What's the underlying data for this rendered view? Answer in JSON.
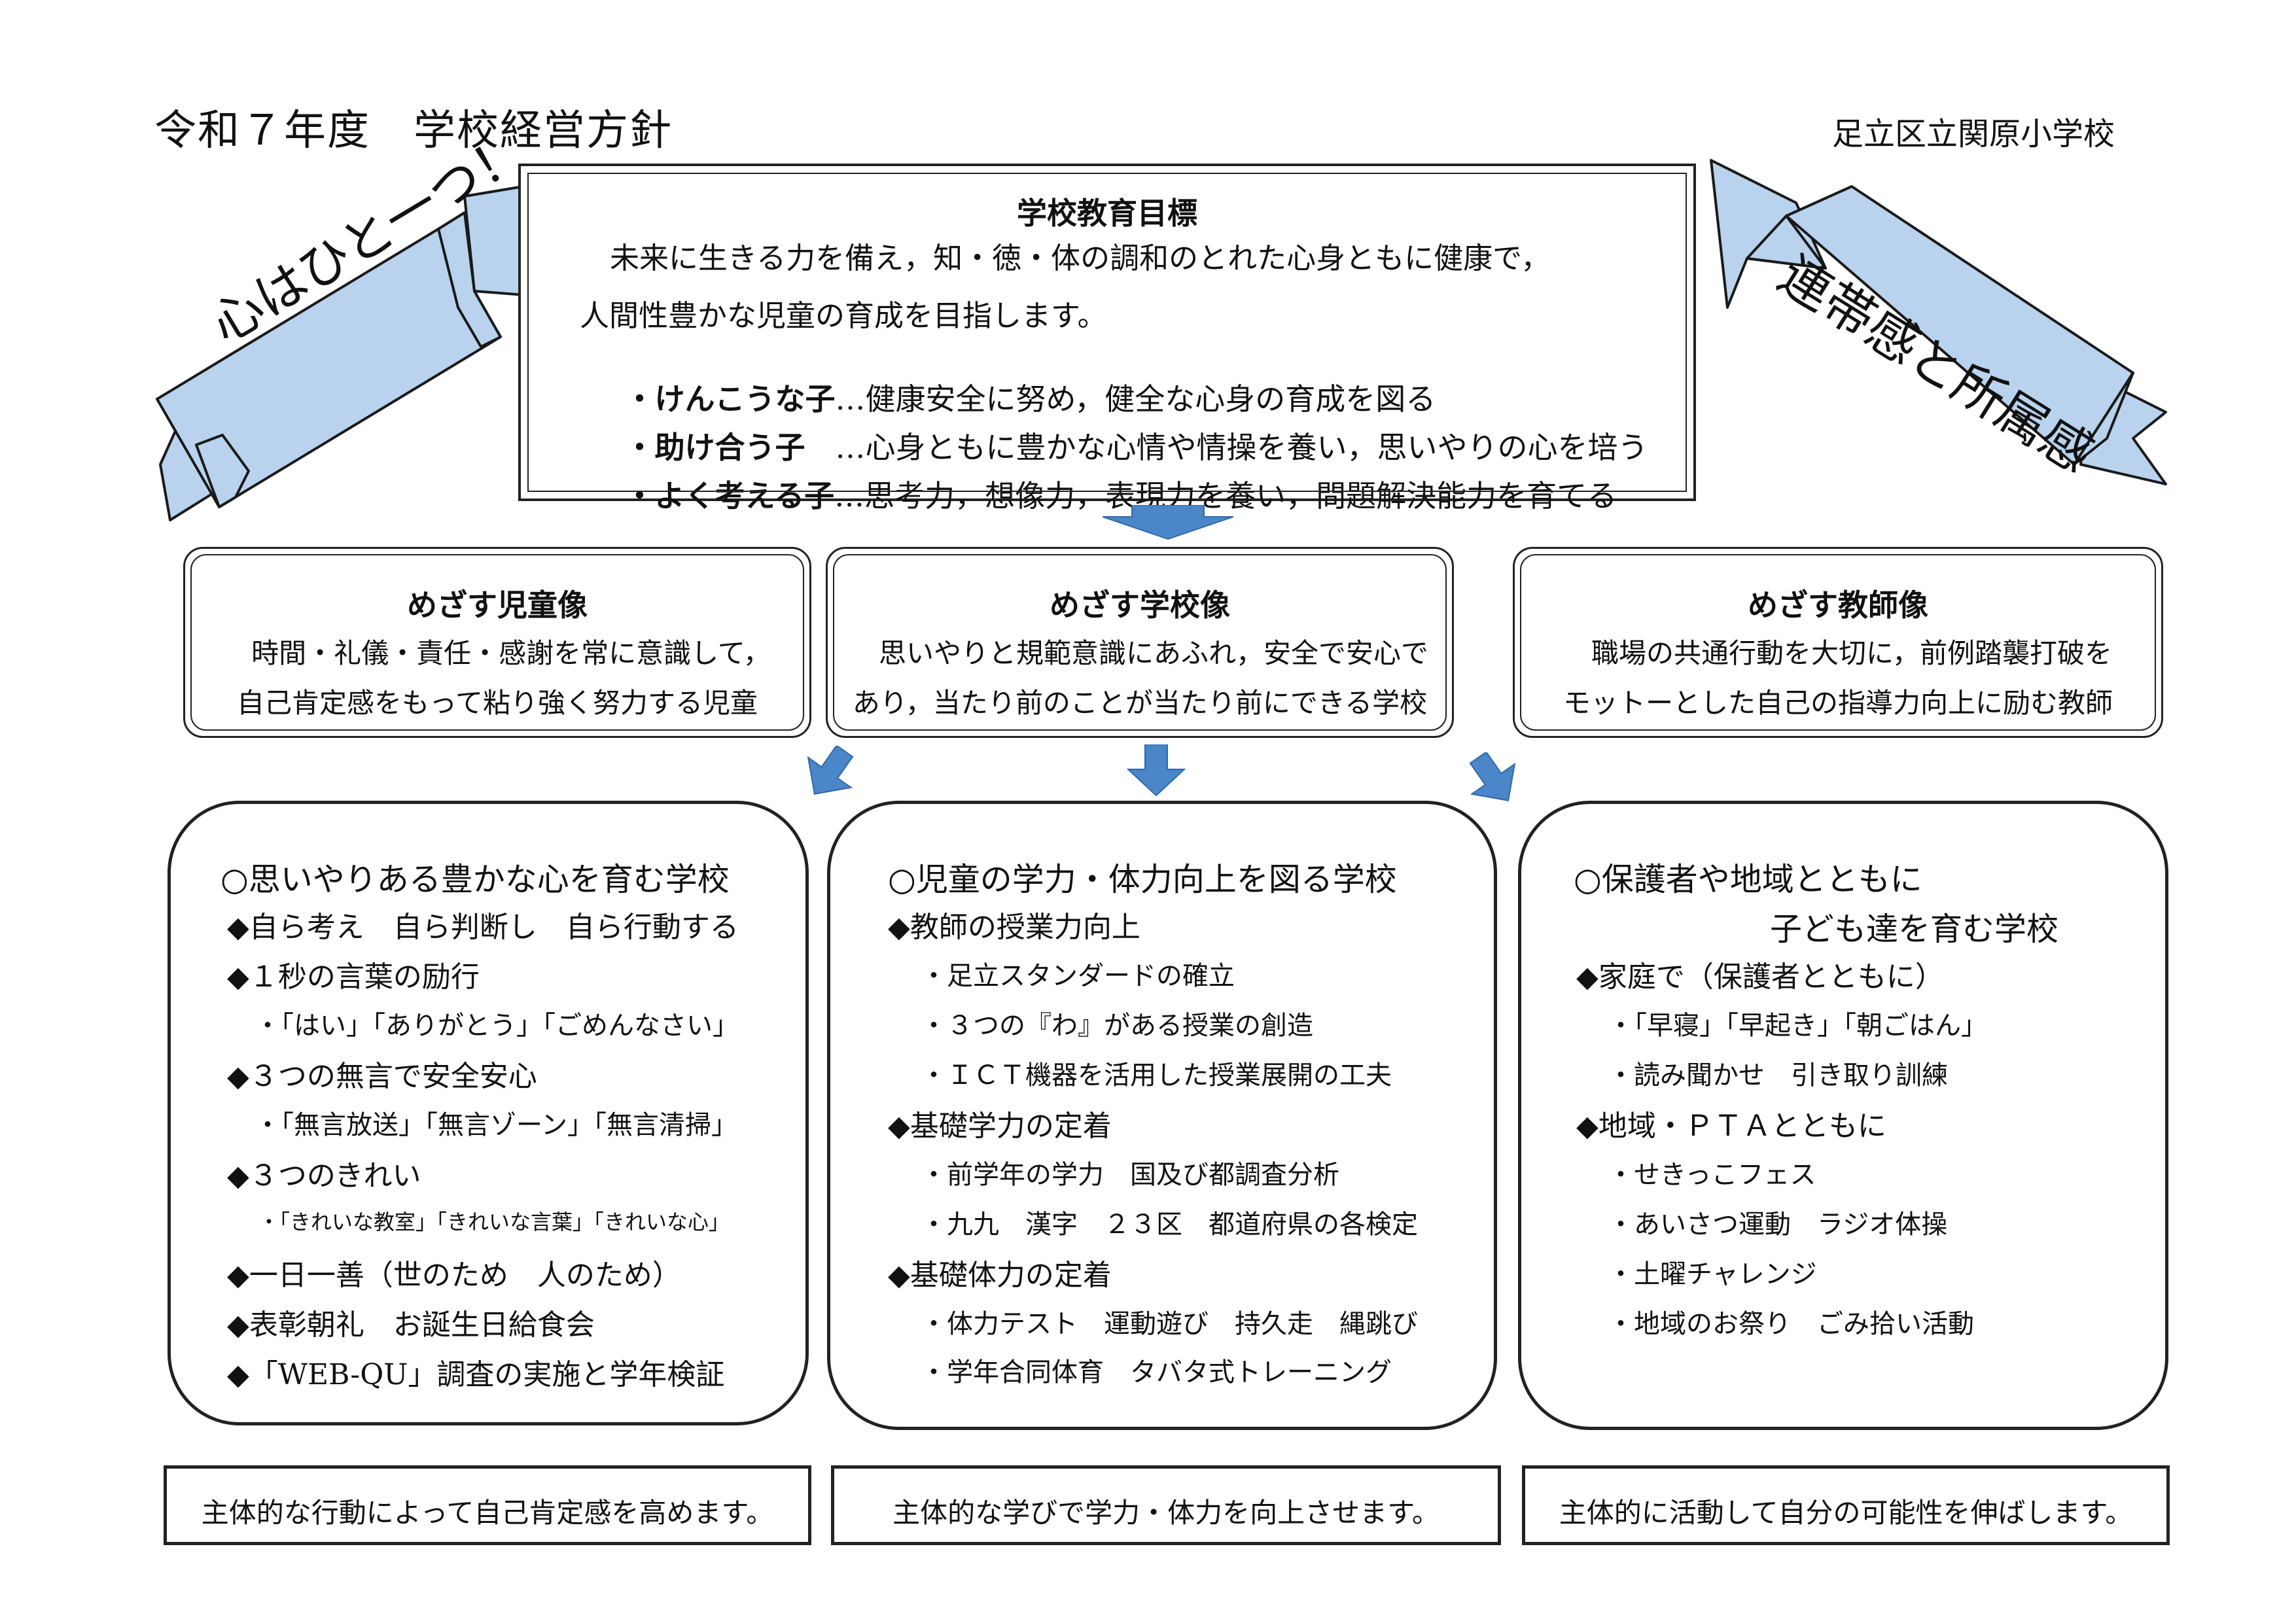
{
  "header": {
    "title": "令和７年度　学校経営方針",
    "school": "足立区立関原小学校"
  },
  "ribbons": {
    "left": "心はひと一つ！",
    "right": "連帯感と所属感",
    "color": "#b9d3ee",
    "stroke": "#1a1a1a"
  },
  "goal": {
    "title": "学校教育目標",
    "text_line1": "未来に生きる力を備え，知・徳・体の調和のとれた心身ともに健康で，",
    "text_line2": "人間性豊かな児童の育成を目指します。",
    "items": [
      {
        "lead": "・けんこうな子",
        "text": "…健康安全に努め，健全な心身の育成を図る"
      },
      {
        "lead": "・助け合う子　",
        "text": "…心身ともに豊かな心情や情操を養い，思いやりの心を培う"
      },
      {
        "lead": "・よく考える子",
        "text": "…思考力，想像力，表現力を養い，問題解決能力を育てる"
      }
    ]
  },
  "arrow_color": "#4a86c8",
  "images": [
    {
      "title": "めざす児童像",
      "lines": [
        "　時間・礼儀・責任・感謝を常に意識して，",
        "自己肯定感をもって粘り強く努力する児童"
      ]
    },
    {
      "title": "めざす学校像",
      "lines": [
        "　思いやりと規範意識にあふれ，安全で安心で",
        "あり，当たり前のことが当たり前にできる学校"
      ]
    },
    {
      "title": "めざす教師像",
      "lines": [
        "　職場の共通行動を大切に，前例踏襲打破を",
        "モットーとした自己の指導力向上に励む教師"
      ]
    }
  ],
  "columns": [
    {
      "heading": "○思いやりある豊かな心を育む学校",
      "items": [
        {
          "kind": "line",
          "text": "◆自ら考え　自ら判断し　自ら行動する"
        },
        {
          "kind": "line",
          "text": "◆１秒の言葉の励行"
        },
        {
          "kind": "sub",
          "text": "・「はい」「ありがとう」「ごめんなさい」"
        },
        {
          "kind": "line",
          "text": "◆３つの無言で安全安心"
        },
        {
          "kind": "sub",
          "text": "・「無言放送」「無言ゾーン」「無言清掃」"
        },
        {
          "kind": "line",
          "text": "◆３つのきれい"
        },
        {
          "kind": "small",
          "text": "・「きれいな教室」「きれいな言葉」「きれいな心」"
        },
        {
          "kind": "line",
          "text": "◆一日一善（世のため　人のため）"
        },
        {
          "kind": "line",
          "text": "◆表彰朝礼　お誕生日給食会"
        },
        {
          "kind": "line",
          "text": "◆「WEB-QU」調査の実施と学年検証"
        }
      ]
    },
    {
      "heading": "○児童の学力・体力向上を図る学校",
      "items": [
        {
          "kind": "line",
          "text": "◆教師の授業力向上"
        },
        {
          "kind": "sub",
          "text": "・足立スタンダードの確立"
        },
        {
          "kind": "sub",
          "text": "・３つの『わ』がある授業の創造"
        },
        {
          "kind": "sub",
          "text": "・ＩＣＴ機器を活用した授業展開の工夫"
        },
        {
          "kind": "line",
          "text": "◆基礎学力の定着"
        },
        {
          "kind": "sub",
          "text": "・前学年の学力　国及び都調査分析"
        },
        {
          "kind": "sub",
          "text": "・九九　漢字　２３区　都道府県の各検定"
        },
        {
          "kind": "line",
          "text": "◆基礎体力の定着"
        },
        {
          "kind": "sub",
          "text": "・体力テスト　運動遊び　持久走　縄跳び"
        },
        {
          "kind": "sub",
          "text": "・学年合同体育　タバタ式トレーニング"
        }
      ]
    },
    {
      "heading": "○保護者や地域とともに",
      "heading2": "子ども達を育む学校",
      "items": [
        {
          "kind": "line",
          "text": "◆家庭で（保護者とともに）"
        },
        {
          "kind": "sub",
          "text": "・「早寝」「早起き」「朝ごはん」"
        },
        {
          "kind": "sub",
          "text": "・読み聞かせ　引き取り訓練"
        },
        {
          "kind": "line",
          "text": "◆地域・ＰＴＡとともに"
        },
        {
          "kind": "sub",
          "text": "・せきっこフェス"
        },
        {
          "kind": "sub",
          "text": "・あいさつ運動　ラジオ体操"
        },
        {
          "kind": "sub",
          "text": "・土曜チャレンジ"
        },
        {
          "kind": "sub",
          "text": "・地域のお祭り　ごみ拾い活動"
        }
      ]
    }
  ],
  "bottoms": [
    "主体的な行動によって自己肯定感を高めます。",
    "主体的な学びで学力・体力を向上させます。",
    "主体的に活動して自分の可能性を伸ばします。"
  ]
}
